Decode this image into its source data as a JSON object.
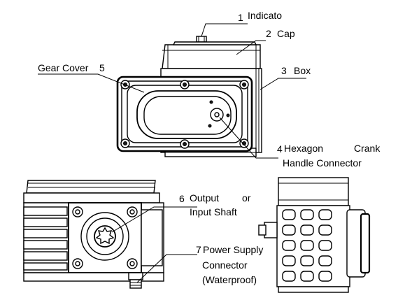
{
  "callouts": [
    {
      "number": "1",
      "text": "Indicato"
    },
    {
      "number": "2",
      "text": "Cap"
    },
    {
      "number": "3",
      "text": "Box"
    },
    {
      "number": "4",
      "text": "Hexagon",
      "text2": "Crank",
      "line2": "Handle Connector"
    },
    {
      "number": "5",
      "text": "Gear Cover"
    },
    {
      "number": "6",
      "text": "Output",
      "text2": "or",
      "line2": "Input Shaft"
    },
    {
      "number": "7",
      "text": "Power Supply",
      "line2": "Connector",
      "line3": "(Waterproof)"
    }
  ]
}
